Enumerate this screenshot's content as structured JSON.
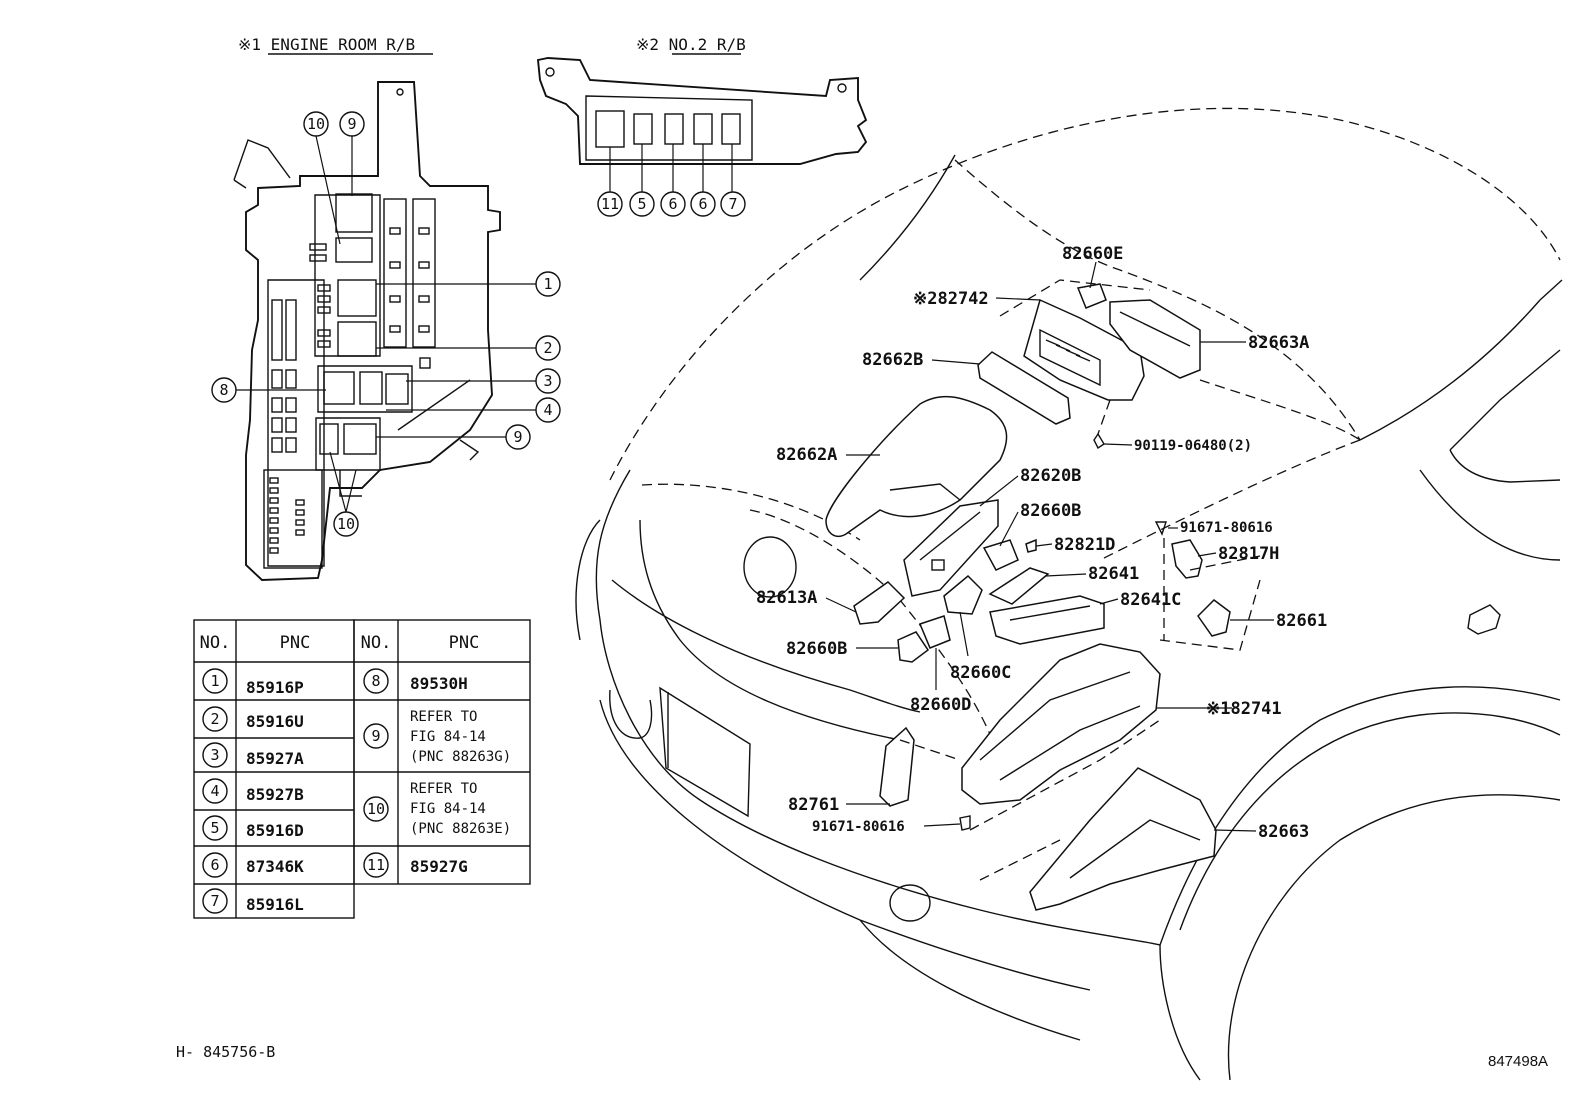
{
  "titles": {
    "engine_room_rb": "※1 ENGINE ROOM R/B",
    "no2_rb": "※2 NO.2 R/B"
  },
  "circled_numbers": {
    "n1": "1",
    "n2": "2",
    "n3": "3",
    "n4": "4",
    "n5": "5",
    "n6": "6",
    "n7": "7",
    "n8": "8",
    "n9": "9",
    "n10": "10",
    "n11": "11"
  },
  "callouts": {
    "p82660E": "82660E",
    "p82742": "※282742",
    "p82663A": "82663A",
    "p82662B": "82662B",
    "p90119": "90119-06480(2)",
    "p82662A": "82662A",
    "p82620B": "82620B",
    "p82660B_upper": "82660B",
    "p82821D": "82821D",
    "p91671_upper": "91671-80616",
    "p82817H": "82817H",
    "p82641": "82641",
    "p82641C": "82641C",
    "p82613A": "82613A",
    "p82661": "82661",
    "p82660B_lower": "82660B",
    "p82660C": "82660C",
    "p82660D": "82660D",
    "p82741": "※182741",
    "p82761": "82761",
    "p91671_lower": "91671-80616",
    "p82663": "82663"
  },
  "table": {
    "header_no": "NO.",
    "header_pnc": "PNC",
    "left_rows": [
      {
        "no": "1",
        "pnc": "85916P"
      },
      {
        "no": "2",
        "pnc": "85916U"
      },
      {
        "no": "3",
        "pnc": "85927A"
      },
      {
        "no": "4",
        "pnc": "85927B"
      },
      {
        "no": "5",
        "pnc": "85916D"
      },
      {
        "no": "6",
        "pnc": "87346K"
      },
      {
        "no": "7",
        "pnc": "85916L"
      }
    ],
    "right_rows": [
      {
        "no": "8",
        "lines": [
          "89530H"
        ]
      },
      {
        "no": "9",
        "lines": [
          "REFER TO",
          "FIG 84-14",
          "(PNC 88263G)"
        ]
      },
      {
        "no": "10",
        "lines": [
          "REFER TO",
          "FIG 84-14",
          "(PNC 88263E)"
        ]
      },
      {
        "no": "11",
        "lines": [
          "85927G"
        ]
      }
    ]
  },
  "footer": {
    "left_code": "H- 845756-B",
    "right_code": "847498A"
  }
}
